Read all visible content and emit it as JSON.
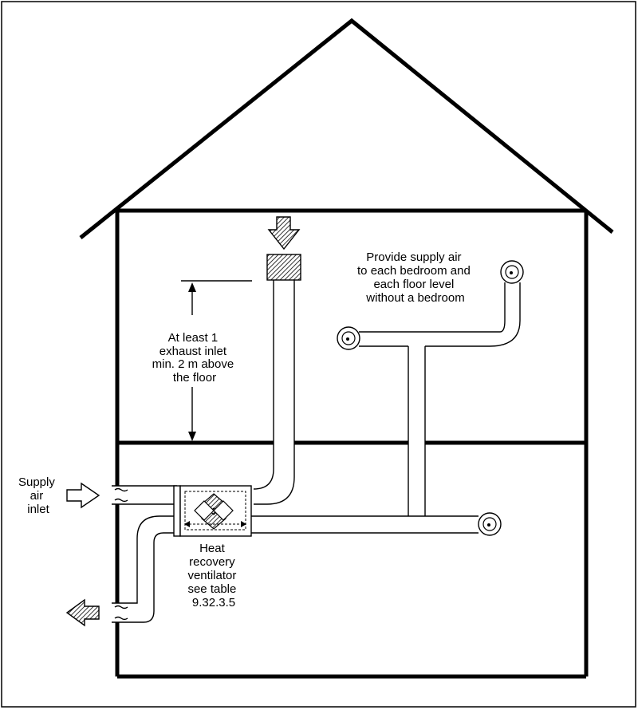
{
  "labels": {
    "supply_note": [
      "Provide supply air",
      "to each bedroom and",
      "each floor level",
      "without a bedroom"
    ],
    "exhaust_note": [
      "At least 1",
      "exhaust inlet",
      "min. 2 m above",
      "the floor"
    ],
    "supply_inlet": [
      "Supply",
      "air",
      "inlet"
    ],
    "hrv": [
      "Heat",
      "recovery",
      "ventilator",
      "see table",
      "9.32.3.5"
    ]
  },
  "colors": {
    "line": "#000000",
    "hatch": "#000000",
    "background": "#ffffff"
  }
}
